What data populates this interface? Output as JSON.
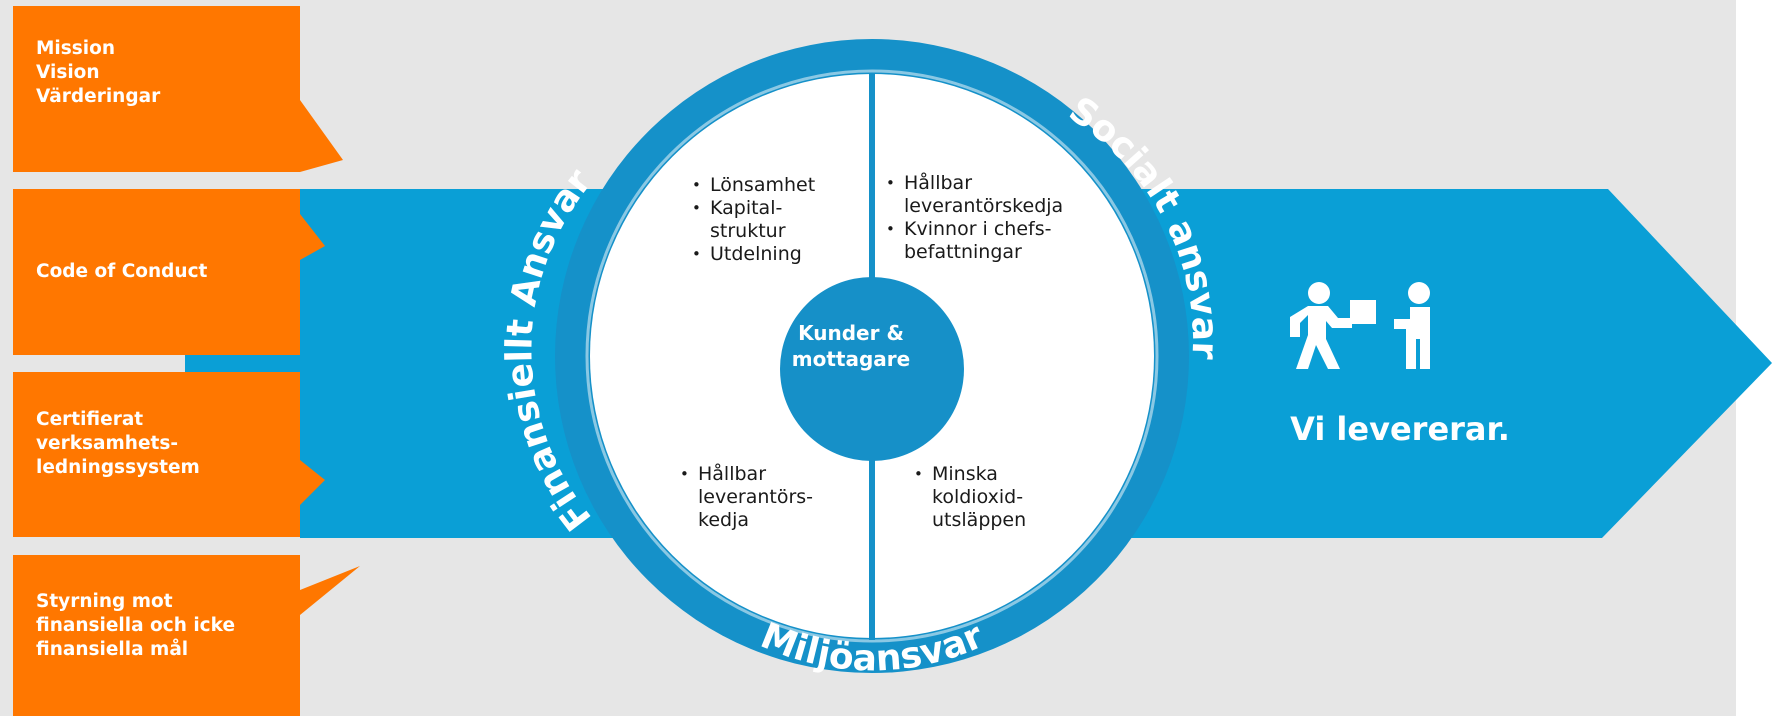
{
  "colors": {
    "background": "#e6e6e6",
    "arrow": "#0a9fd6",
    "ring": "#1591c9",
    "hub": "#1690c8",
    "box": "#ff7700",
    "text_dark": "#1a1a1a",
    "text_light": "#ffffff"
  },
  "left_boxes": [
    {
      "text": "Mission\nVision\nVärderingar"
    },
    {
      "text": "Code of Conduct"
    },
    {
      "text": "Certifierat\nverksamhets-\nledningssystem"
    },
    {
      "text": "Styrning mot\nfinansiella och icke\nfinansiella mål"
    }
  ],
  "ring_labels": {
    "left": "Finansiellt Ansvar",
    "right": "Socialt ansvar",
    "bottom": "Miljöansvar"
  },
  "quadrants": {
    "top_left": [
      "Lönsamhet",
      "Kapital-\nstruktur",
      "Utdelning"
    ],
    "top_right": [
      "Hållbar\nleverantörskedja",
      "Kvinnor i chefs-\nbefattningar"
    ],
    "bottom_left": [
      "Hållbar\nleverantörs-\nkedja"
    ],
    "bottom_right": [
      "Minska\nkoldioxid-\nutsläppen"
    ]
  },
  "hub": {
    "label": "Kunder &\nmottagare"
  },
  "tagline": "Vi levererar.",
  "icons": {
    "delivery": "people-handing-package-icon"
  }
}
